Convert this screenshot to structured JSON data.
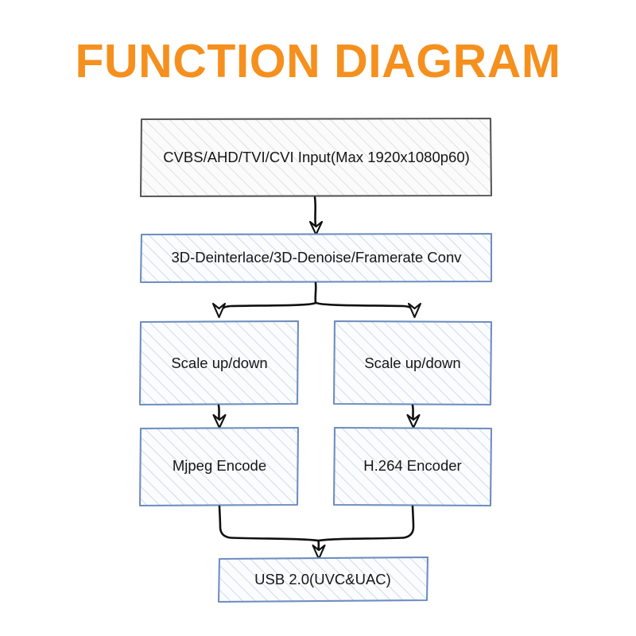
{
  "title": "FUNCTION DIAGRAM",
  "colors": {
    "title_orange": "#F5901E",
    "gray_border": "#595959",
    "blue_border": "#6E8EBF",
    "hatch_blue": "#C7D5EA",
    "hatch_gray": "#D8D8D8",
    "node_fill": "#FBFCFE",
    "arrow": "#101010",
    "background": "#FFFFFF"
  },
  "chart_data": {
    "type": "diagram",
    "title": "FUNCTION DIAGRAM",
    "nodes": [
      {
        "id": "input",
        "label": "CVBS/AHD/TVI/CVI Input(Max 1920x1080p60)",
        "style": "gray"
      },
      {
        "id": "process",
        "label": "3D-Deinterlace/3D-Denoise/Framerate Conv",
        "style": "blue"
      },
      {
        "id": "scale-left",
        "label": "Scale up/down",
        "style": "blue"
      },
      {
        "id": "scale-right",
        "label": "Scale up/down",
        "style": "blue"
      },
      {
        "id": "mjpeg",
        "label": "Mjpeg Encode",
        "style": "blue"
      },
      {
        "id": "h264",
        "label": "H.264 Encoder",
        "style": "blue"
      },
      {
        "id": "usb",
        "label": "USB 2.0(UVC&UAC)",
        "style": "blue"
      }
    ],
    "edges": [
      {
        "from": "input",
        "to": "process",
        "kind": "straight"
      },
      {
        "from": "process",
        "to": "scale-left",
        "kind": "branch-left"
      },
      {
        "from": "process",
        "to": "scale-right",
        "kind": "branch-right"
      },
      {
        "from": "scale-left",
        "to": "mjpeg",
        "kind": "straight"
      },
      {
        "from": "scale-right",
        "to": "h264",
        "kind": "straight"
      },
      {
        "from": "mjpeg",
        "to": "usb",
        "kind": "merge-left"
      },
      {
        "from": "h264",
        "to": "usb",
        "kind": "merge-right"
      }
    ]
  },
  "nodes": {
    "input": {
      "label": "CVBS/AHD/TVI/CVI Input(Max 1920x1080p60)"
    },
    "process": {
      "label": "3D-Deinterlace/3D-Denoise/Framerate Conv"
    },
    "scale_left": {
      "label": "Scale up/down"
    },
    "scale_right": {
      "label": "Scale up/down"
    },
    "mjpeg": {
      "label": "Mjpeg Encode"
    },
    "h264": {
      "label": "H.264 Encoder"
    },
    "usb": {
      "label": "USB 2.0(UVC&UAC)"
    }
  }
}
